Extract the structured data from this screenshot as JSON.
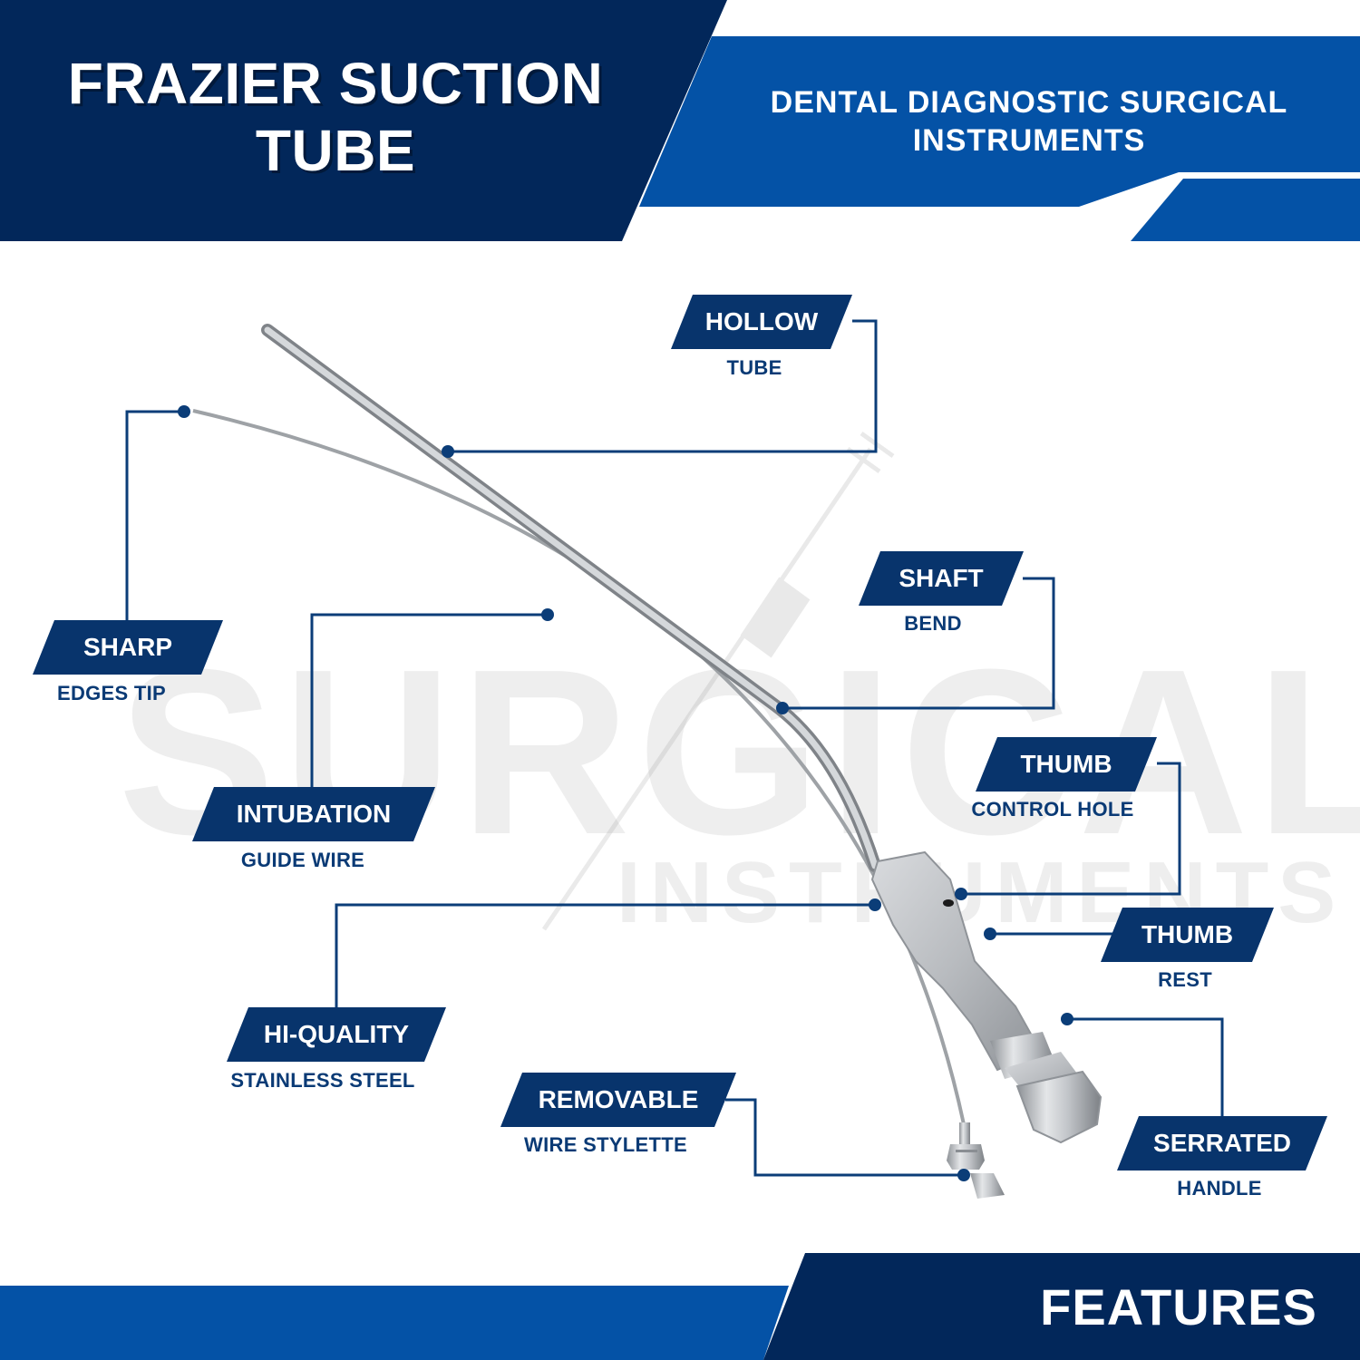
{
  "header": {
    "title": "FRAZIER SUCTION TUBE",
    "subtitle": "DENTAL DIAGNOSTIC SURGICAL INSTRUMENTS"
  },
  "watermark": {
    "big": "SURGICAL",
    "small": "INSTRUMENTS"
  },
  "callouts": {
    "hollow": {
      "label": "HOLLOW",
      "sub": "TUBE"
    },
    "sharp": {
      "label": "SHARP",
      "sub": "EDGES TIP"
    },
    "shaft": {
      "label": "SHAFT",
      "sub": "BEND"
    },
    "intubation": {
      "label": "INTUBATION",
      "sub": "GUIDE WIRE"
    },
    "thumb_hole": {
      "label": "THUMB",
      "sub": "CONTROL HOLE"
    },
    "thumb_rest": {
      "label": "THUMB",
      "sub": "REST"
    },
    "quality": {
      "label": "HI-QUALITY",
      "sub": "STAINLESS STEEL"
    },
    "removable": {
      "label": "REMOVABLE",
      "sub": "WIRE STYLETTE"
    },
    "serrated": {
      "label": "SERRATED",
      "sub": "HANDLE"
    }
  },
  "footer": {
    "title": "FEATURES"
  },
  "colors": {
    "navy": "#02275a",
    "blue": "#0452a6",
    "tag_navy": "#08346c",
    "white": "#ffffff"
  }
}
